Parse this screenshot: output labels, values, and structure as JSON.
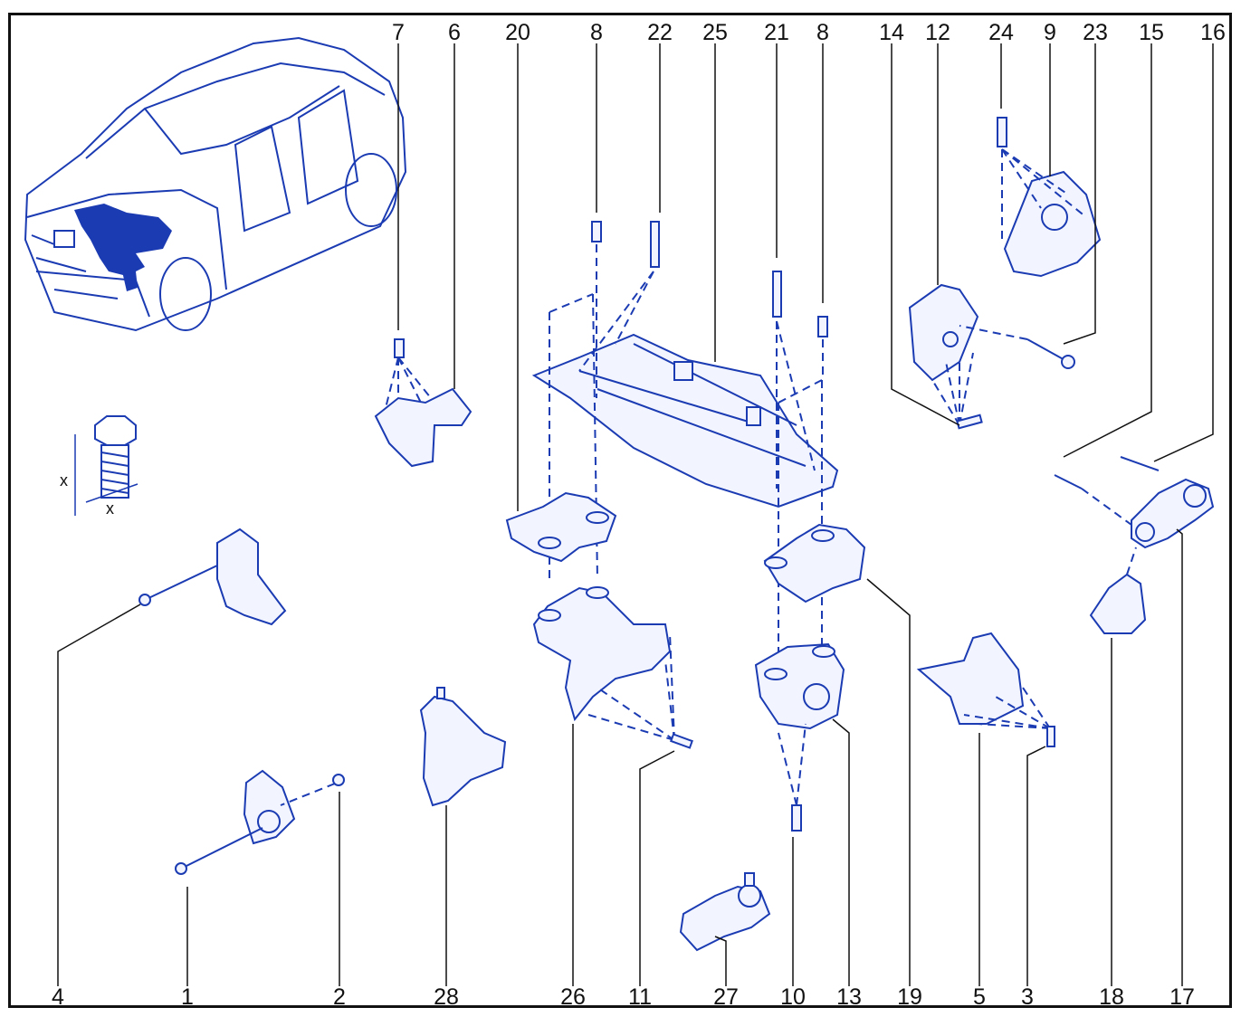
{
  "diagram": {
    "callouts": {
      "n1": "1",
      "n2": "2",
      "n3": "3",
      "n4": "4",
      "n5": "5",
      "n6": "6",
      "n7": "7",
      "n8a": "8",
      "n8b": "8",
      "n9": "9",
      "n10": "10",
      "n11": "11",
      "n12": "12",
      "n13": "13",
      "n14": "14",
      "n15": "15",
      "n16": "16",
      "n17": "17",
      "n18": "18",
      "n19": "19",
      "n20": "20",
      "n21": "21",
      "n22": "22",
      "n23": "23",
      "n24": "24",
      "n25": "25",
      "n26": "26",
      "n27": "27",
      "n28": "28"
    },
    "bolt_dimension": {
      "label_a": "x",
      "label_b": "x"
    },
    "colors": {
      "line_art": "#1b3bb3",
      "highlight": "#1b3bb3",
      "text": "#111111",
      "background": "#ffffff"
    }
  }
}
